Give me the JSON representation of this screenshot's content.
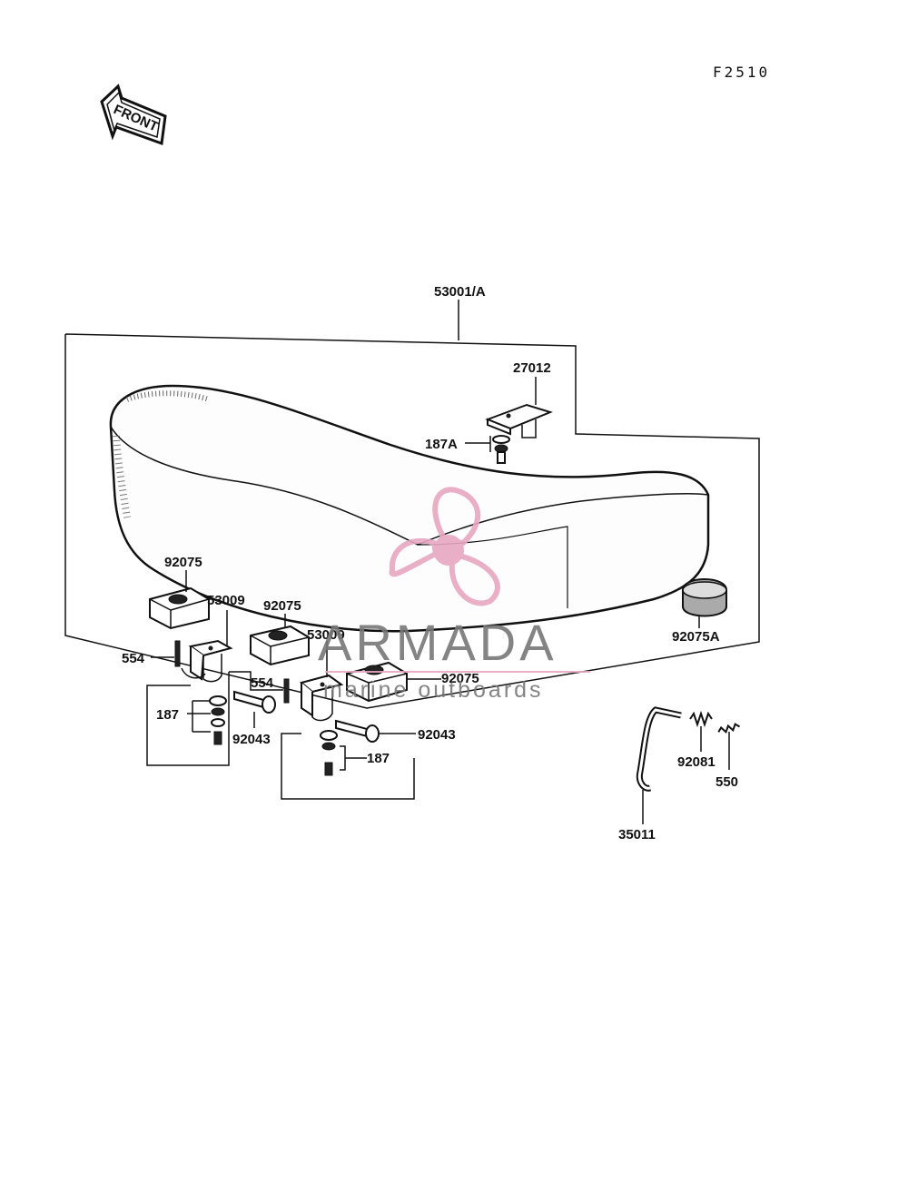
{
  "diagram": {
    "figure_code": "F2510",
    "front_label": "FRONT",
    "callouts": {
      "seat_assy": "53001/A",
      "bracket_top": "27012",
      "bolt_top": "187A",
      "damper_left": "92075",
      "damper_mid": "92075",
      "damper_right": "92075",
      "damper_cap": "92075A",
      "hinge_left": "53009",
      "hinge_right": "53009",
      "pin_left": "554",
      "pin_right": "554",
      "bolt_left": "187",
      "bolt_right": "187",
      "shaft_left": "92043",
      "shaft_right": "92043",
      "spring": "92081",
      "clip": "550",
      "rod": "35011"
    }
  },
  "watermark": {
    "brand": "ARMADA",
    "tagline": "marine outboards",
    "color": "#e6a7c1"
  }
}
